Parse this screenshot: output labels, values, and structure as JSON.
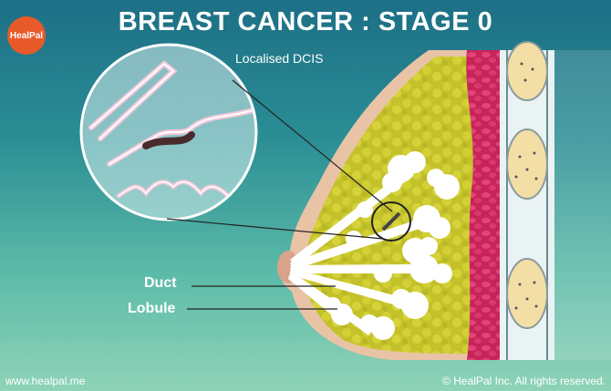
{
  "title": "BREAST CANCER : STAGE 0",
  "logo": "HealPal",
  "labels": {
    "dcis": "Localised DCIS",
    "duct": "Duct",
    "lobule": "Lobule"
  },
  "footer": {
    "website": "www.healpal.me",
    "copyright": "© HealPal Inc. All rights reserved."
  },
  "colors": {
    "background_top": "#1d6f86",
    "background_bottom": "#8fd3b8",
    "skin": "#e9c3a6",
    "fat": "#c9c92c",
    "muscle": "#d6336c",
    "rib": "#f3dfa6",
    "lobule": "#ffffff",
    "logo": "#e85a2a"
  }
}
